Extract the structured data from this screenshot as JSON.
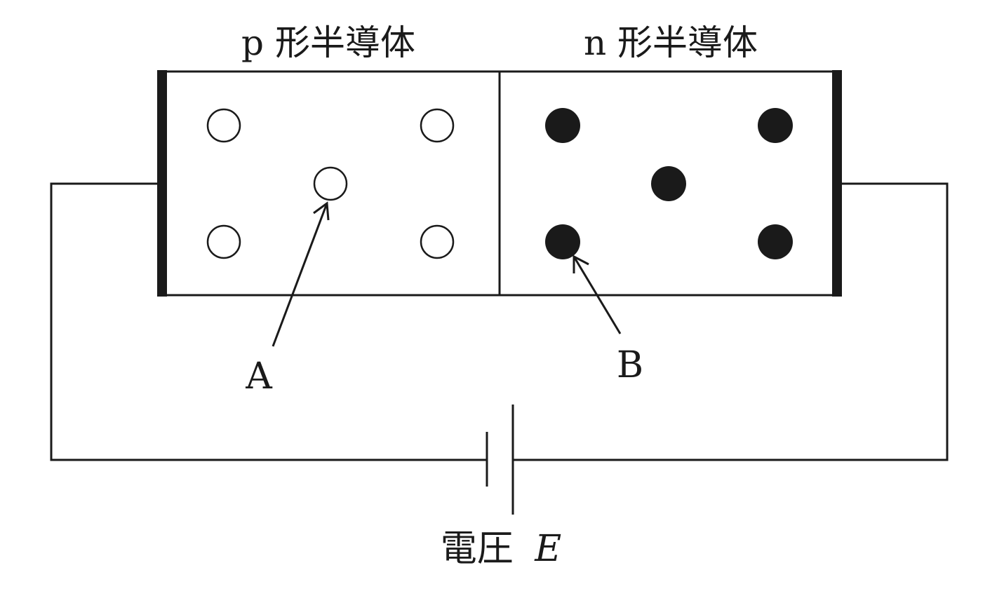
{
  "labels": {
    "p_region": "p 形半導体",
    "n_region": "n 形半導体",
    "arrow_a": "A",
    "arrow_b": "B",
    "voltage_prefix": "電圧",
    "voltage_symbol": "E"
  },
  "carriers": {
    "p_region_count": 5,
    "n_region_count": 5,
    "p_style": "hollow",
    "n_style": "filled"
  },
  "colors": {
    "ink": "#1a1a1a",
    "background": "#ffffff"
  }
}
